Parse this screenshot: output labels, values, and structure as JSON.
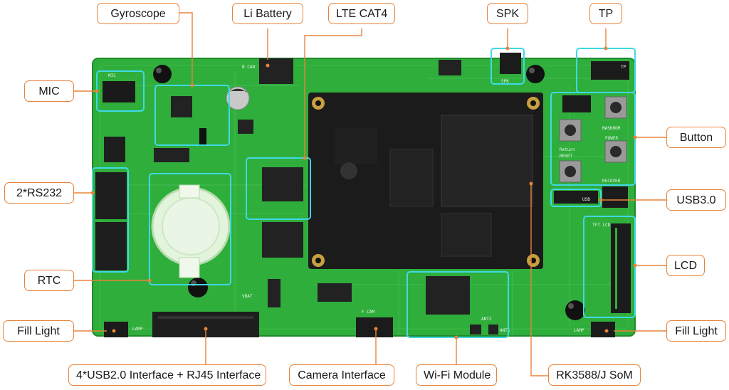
{
  "colors": {
    "pcb_green": "#2fae3c",
    "highlight": "#3fd9e6",
    "callout": "#e8833a",
    "som_black": "#1b1b1b"
  },
  "labels": {
    "gyroscope": "Gyroscope",
    "li_battery": "Li Battery",
    "lte": "LTE CAT4",
    "spk": "SPK",
    "tp": "TP",
    "mic": "MIC",
    "button": "Button",
    "rs232": "2*RS232",
    "usb30": "USB3.0",
    "lcd": "LCD",
    "rtc": "RTC",
    "fill_light_left": "Fill Light",
    "fill_light_right": "Fill Light",
    "usb_rj45": "4*USB2.0 Interface + RJ45 Interface",
    "camera": "Camera Interface",
    "wifi": "Wi-Fi Module",
    "som": "RK3588/J SoM"
  },
  "silkscreen": {
    "mic": "MIC",
    "batt": "B CAN",
    "spk": "SPK",
    "tp": "TP",
    "maskrom": "MASKROM",
    "power": "POWER",
    "return": "Return",
    "reset": "RESET",
    "recover": "RECOVER",
    "usb": "USB",
    "tftlcd": "TFT LCD",
    "camera": "F CAM",
    "lamp_left": "LAMP",
    "lamp_right": "LAMP",
    "ant1": "ANT1",
    "ant2": "ANT2",
    "vbat": "VBAT"
  }
}
